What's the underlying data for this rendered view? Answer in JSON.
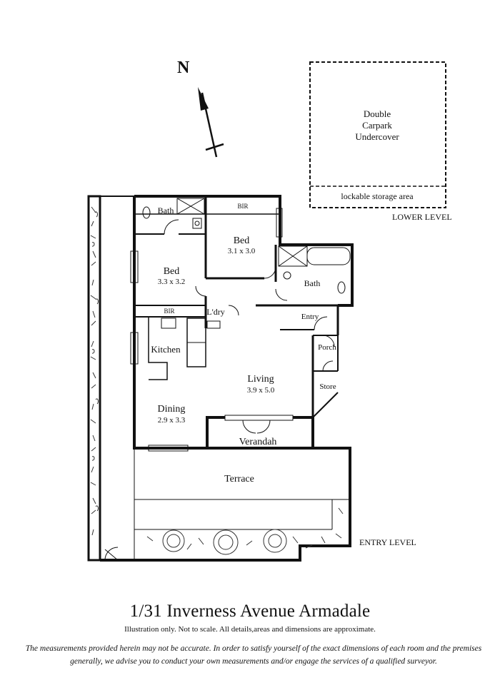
{
  "compass": {
    "label": "N"
  },
  "lower_level": {
    "carpark": [
      "Double",
      "Carpark",
      "Undercover"
    ],
    "storage": "lockable storage area",
    "level_label": "LOWER LEVEL"
  },
  "rooms": {
    "bath1": "Bath",
    "bir1": "BIR",
    "bed1": {
      "name": "Bed",
      "size": "3.1 x 3.0"
    },
    "bed2": {
      "name": "Bed",
      "size": "3.3 x 3.2"
    },
    "bath2": "Bath",
    "bir2": "BIR",
    "laundry": "L'dry",
    "entry": "Entry",
    "kitchen": "Kitchen",
    "porch": "Porch",
    "living": {
      "name": "Living",
      "size": "3.9 x 5.0"
    },
    "store": "Store",
    "dining": {
      "name": "Dining",
      "size": "2.9 x 3.3"
    },
    "verandah": "Verandah",
    "terrace": "Terrace"
  },
  "entry_level_label": "ENTRY LEVEL",
  "footer": {
    "address": "1/31 Inverness Avenue Armadale",
    "note": "Illustration only. Not to scale. All details,areas and dimensions are approximate.",
    "disclaimer": "The measurements provided herein may not be accurate. In order to satisfy yourself of the exact dimensions of each room and the premises generally, we advise you to conduct your own measurements and/or engage the services of a qualified surveyor."
  }
}
